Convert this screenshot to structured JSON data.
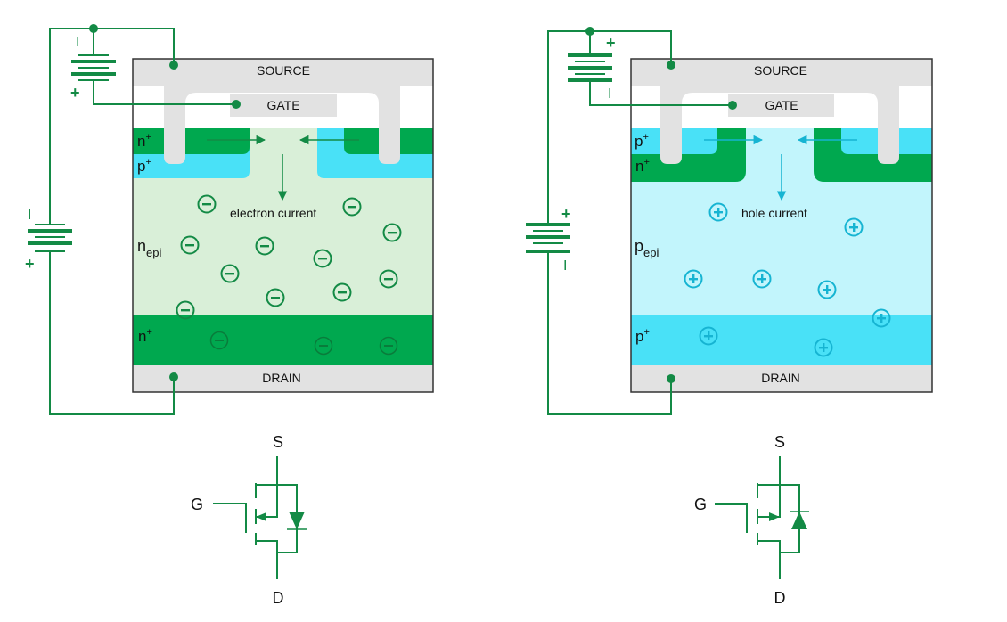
{
  "colors": {
    "nmos_green": "#138a45",
    "nmos_light_bg": "#d9efd8",
    "nmos_dark_region": "#00a84f",
    "pmos_cyan": "#16b4d2",
    "pmos_light_bg": "#c2f5fc",
    "pmos_bright_region": "#49e1f7",
    "contact_gray": "#e2e2e2"
  },
  "left_device": {
    "source_label": "SOURCE",
    "gate_label": "GATE",
    "drain_label": "DRAIN",
    "top_region_label": "n",
    "top_region_sup": "+",
    "body_region_label": "p",
    "body_region_sup": "+",
    "epi_label": "n",
    "epi_sub": "epi",
    "bottom_region_label": "n",
    "bottom_region_sup": "+",
    "current_label": "electron current",
    "carrier_symbol": "−",
    "battery_top": {
      "top_sign": "I",
      "bottom_sign": "+"
    },
    "battery_side": {
      "top_sign": "I",
      "bottom_sign": "+"
    }
  },
  "right_device": {
    "source_label": "SOURCE",
    "gate_label": "GATE",
    "drain_label": "DRAIN",
    "top_region_label": "p",
    "top_region_sup": "+",
    "body_region_label": "n",
    "body_region_sup": "+",
    "epi_label": "p",
    "epi_sub": "epi",
    "bottom_region_label": "p",
    "bottom_region_sup": "+",
    "current_label": "hole current",
    "carrier_symbol": "+",
    "battery_top": {
      "top_sign": "+",
      "bottom_sign": "I"
    },
    "battery_side": {
      "top_sign": "+",
      "bottom_sign": "I"
    }
  },
  "left_symbol": {
    "s": "S",
    "g": "G",
    "d": "D"
  },
  "right_symbol": {
    "s": "S",
    "g": "G",
    "d": "D"
  }
}
